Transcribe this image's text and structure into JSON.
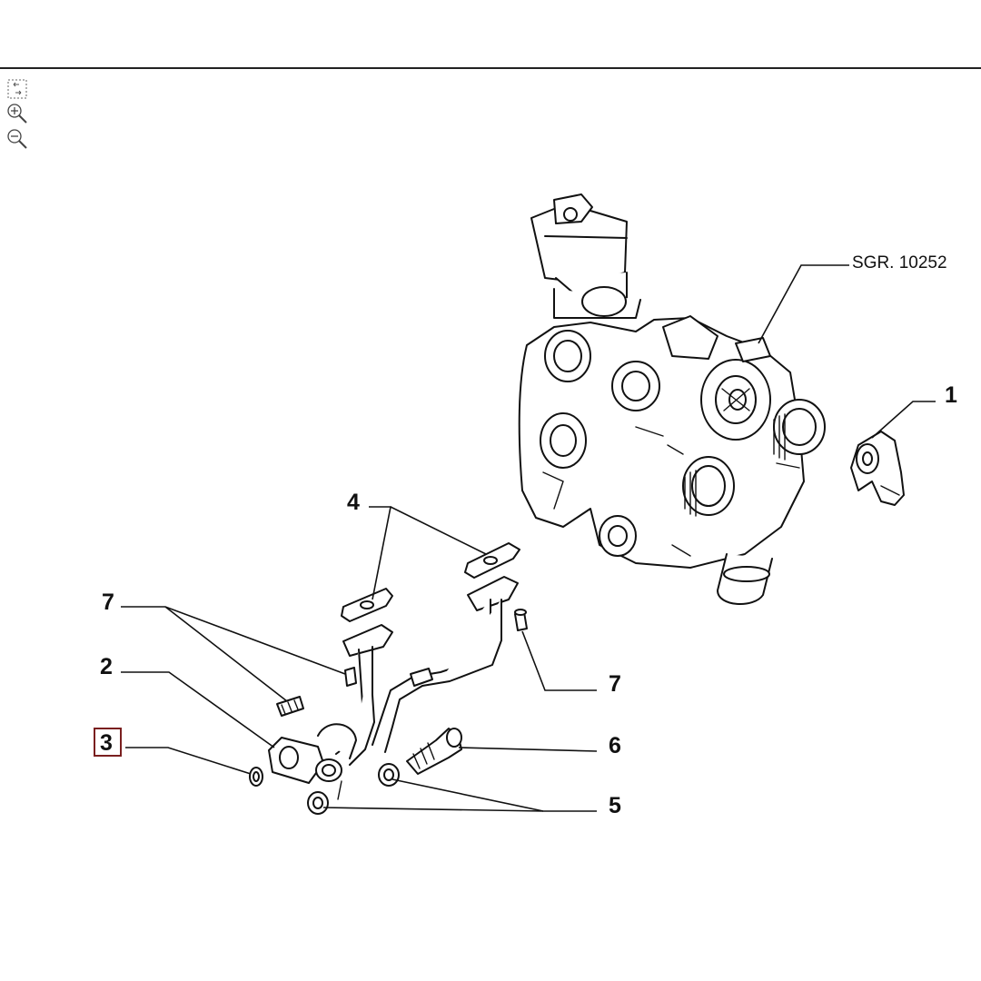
{
  "toolbar": {
    "fit_icon": "fit-page-icon",
    "zoom_in_icon": "zoom-in-icon",
    "zoom_out_icon": "zoom-out-icon"
  },
  "diagram": {
    "reference_label": "SGR. 10252",
    "callouts": {
      "c1": "1",
      "c2": "2",
      "c3": "3",
      "c4": "4",
      "c5": "5",
      "c6": "6",
      "c7a": "7",
      "c7b": "7"
    },
    "selected_callout": "3",
    "highlight_color": "#7a1f1f"
  }
}
